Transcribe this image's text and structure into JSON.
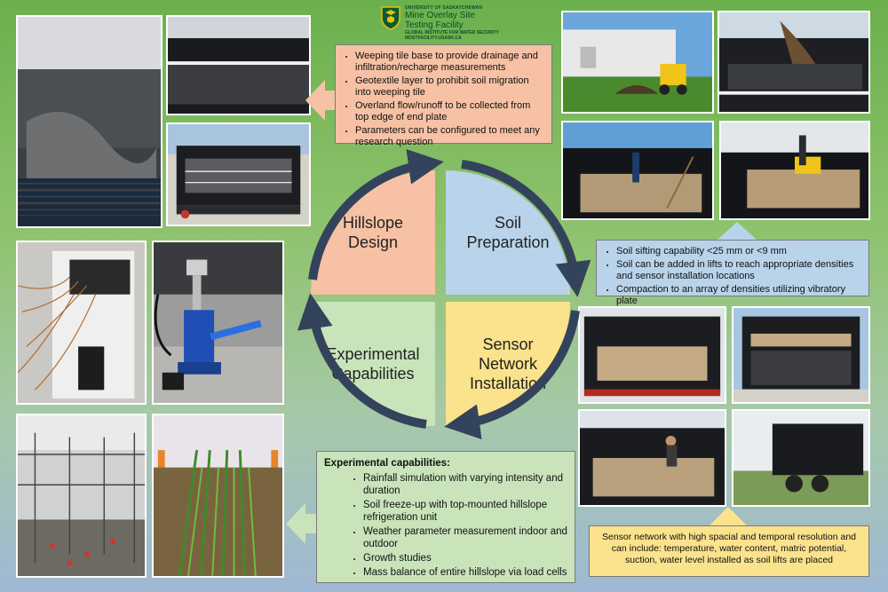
{
  "logo": {
    "university": "UNIVERSITY OF SASKATCHEWAN",
    "title_line1": "Mine Overlay Site",
    "title_line2": "Testing Facility",
    "institute": "GLOBAL INSTITUTE FOR WATER SECURITY",
    "url": "MOSTFACILITY.USASK.CA"
  },
  "cycle": {
    "hillslope": {
      "line1": "Hillslope",
      "line2": "Design"
    },
    "soil": {
      "line1": "Soil",
      "line2": "Preparation"
    },
    "sensor": {
      "line1": "Sensor",
      "line2": "Network",
      "line3": "Installation"
    },
    "experimental": {
      "line1": "Experimental",
      "line2": "Capabilities"
    }
  },
  "hillslope_box": {
    "items": [
      "Weeping tile base to provide drainage and infiltration/recharge measurements",
      "Geotextile layer to prohibit soil migration into weeping tile",
      "Overland flow/runoff to be collected from top edge of end plate",
      "Parameters can be configured to meet any research question"
    ]
  },
  "soil_box": {
    "items": [
      "Soil sifting capability <25 mm or <9 mm",
      "Soil can be added in lifts to reach appropriate densities and sensor installation locations",
      "Compaction to an array of densities utilizing vibratory plate"
    ]
  },
  "experimental_box": {
    "heading": "Experimental capabilities:",
    "items": [
      "Rainfall simulation with varying intensity and duration",
      "Soil freeze-up with top-mounted hillslope refrigeration unit",
      "Weather parameter measurement indoor and outdoor",
      "Growth studies",
      "Mass balance of entire hillslope via load cells"
    ]
  },
  "sensor_box": {
    "text": "Sensor network with high spacial and temporal resolution and can include: temperature, water content, matric potential, suction, water level installed as soil lifts are placed"
  },
  "colors": {
    "hillslope": "#f6c1a4",
    "soil": "#b9d3ea",
    "sensor": "#fbe28c",
    "experimental": "#c9e4bb",
    "arc": "#34435c"
  }
}
